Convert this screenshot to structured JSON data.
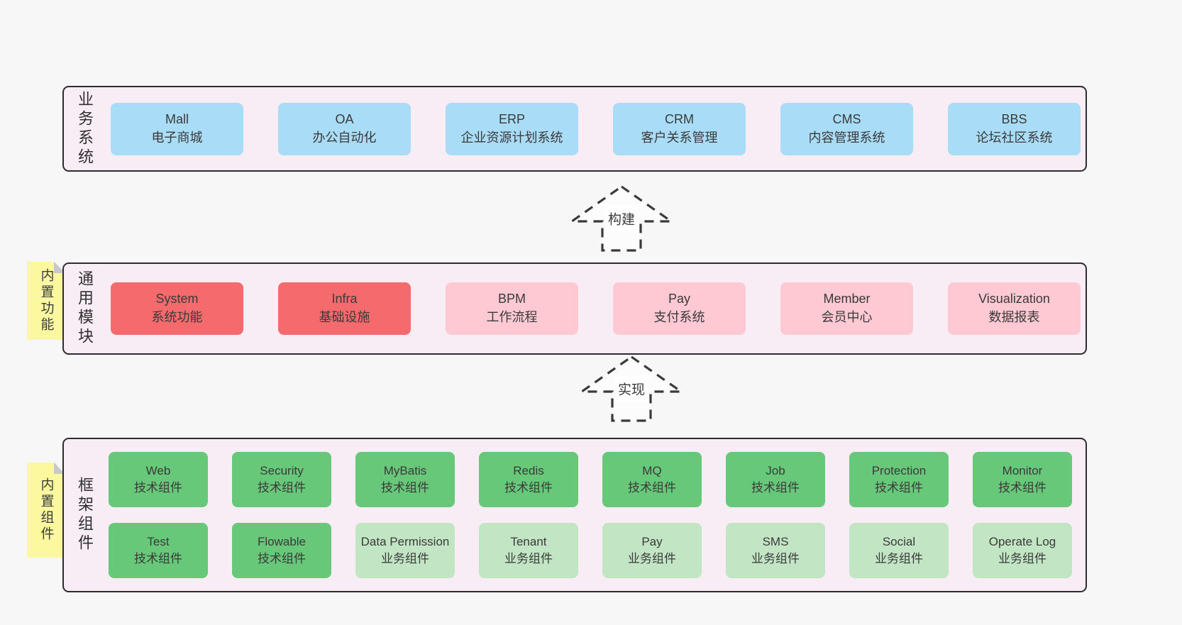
{
  "colors": {
    "page-bg": "#f7f7f7",
    "panel-bg": "#f8edf5",
    "panel-border": "#2d2d2d",
    "box-blue": "#a9dcf6",
    "box-red": "#f56b6d",
    "box-pink": "#fec9d2",
    "box-green": "#66c878",
    "box-green-light": "#c2e6c4",
    "note-yellow": "#fbf8a0",
    "note-fold": "#c8c8c8",
    "text": "#3a3a3a",
    "arrow-stroke": "#3a3a3a",
    "arrow-fill": "#fcfcfc",
    "arrow-label-bg": "#ffffff"
  },
  "business": {
    "label": "业务系统",
    "items": [
      {
        "name": "Mall",
        "desc": "电子商城"
      },
      {
        "name": "OA",
        "desc": "办公自动化"
      },
      {
        "name": "ERP",
        "desc": "企业资源计划系统"
      },
      {
        "name": "CRM",
        "desc": "客户关系管理"
      },
      {
        "name": "CMS",
        "desc": "内容管理系统"
      },
      {
        "name": "BBS",
        "desc": "论坛社区系统"
      }
    ]
  },
  "arrows": {
    "build": "构建",
    "implement": "实现"
  },
  "modules": {
    "label": "通用模块",
    "note": "内置功能",
    "items": [
      {
        "name": "System",
        "desc": "系统功能"
      },
      {
        "name": "Infra",
        "desc": "基础设施"
      },
      {
        "name": "BPM",
        "desc": "工作流程"
      },
      {
        "name": "Pay",
        "desc": "支付系统"
      },
      {
        "name": "Member",
        "desc": "会员中心"
      },
      {
        "name": "Visualization",
        "desc": "数据报表"
      }
    ]
  },
  "components": {
    "label": "框架组件",
    "note": "内置组件",
    "row1": [
      {
        "name": "Web",
        "desc": "技术组件"
      },
      {
        "name": "Security",
        "desc": "技术组件"
      },
      {
        "name": "MyBatis",
        "desc": "技术组件"
      },
      {
        "name": "Redis",
        "desc": "技术组件"
      },
      {
        "name": "MQ",
        "desc": "技术组件"
      },
      {
        "name": "Job",
        "desc": "技术组件"
      },
      {
        "name": "Protection",
        "desc": "技术组件"
      },
      {
        "name": "Monitor",
        "desc": "技术组件"
      }
    ],
    "row2": [
      {
        "name": "Test",
        "desc": "技术组件"
      },
      {
        "name": "Flowable",
        "desc": "技术组件"
      },
      {
        "name": "Data Permission",
        "desc": "业务组件"
      },
      {
        "name": "Tenant",
        "desc": "业务组件"
      },
      {
        "name": "Pay",
        "desc": "业务组件"
      },
      {
        "name": "SMS",
        "desc": "业务组件"
      },
      {
        "name": "Social",
        "desc": "业务组件"
      },
      {
        "name": "Operate Log",
        "desc": "业务组件"
      }
    ]
  }
}
